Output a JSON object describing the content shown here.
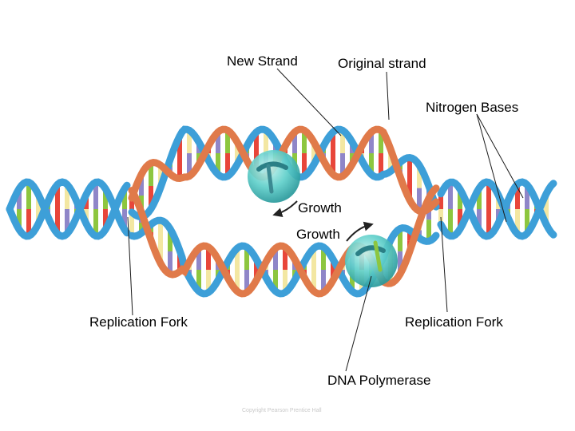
{
  "labels": {
    "new_strand": "New Strand",
    "original_strand": "Original strand",
    "nitrogen_bases": "Nitrogen Bases",
    "growth_top": "Growth",
    "growth_bottom": "Growth",
    "replication_fork_left": "Replication Fork",
    "replication_fork_right": "Replication Fork",
    "dna_polymerase": "DNA Polymerase"
  },
  "copyright": "Copyright Pearson Prentice Hall",
  "colors": {
    "backbone_original": "#3d9fd8",
    "backbone_new": "#e07a4a",
    "base_red": "#e8463a",
    "base_purple": "#8f86c8",
    "base_green": "#8dc63f",
    "base_yellow": "#f3e7a2",
    "polymerase": "#4fc3c1"
  },
  "icons": {
    "polymerase": "polymerase-enzyme-icon",
    "growth_arrow": "curved-arrow-icon"
  }
}
